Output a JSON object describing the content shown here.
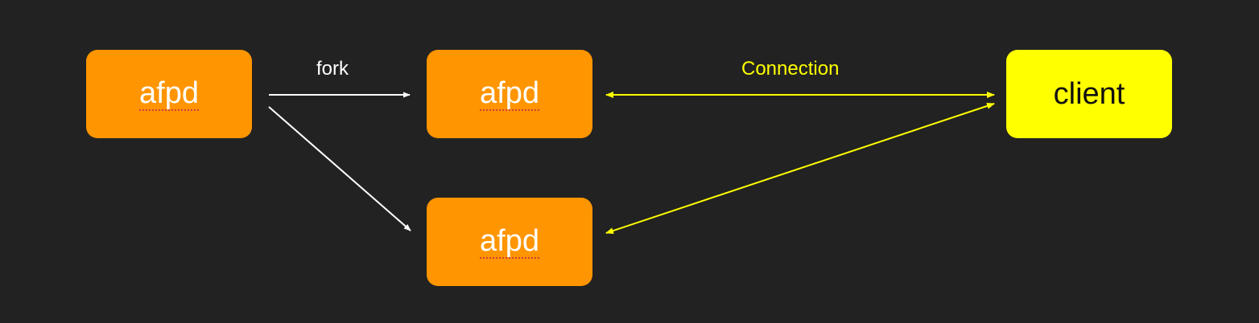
{
  "colors": {
    "background": "#222222",
    "afpd_node": "#ff9500",
    "client_node": "#ffff00",
    "fork_edge": "#ffffff",
    "connection_edge": "#ffff00"
  },
  "nodes": {
    "parent": {
      "label": "afpd"
    },
    "child1": {
      "label": "afpd"
    },
    "child2": {
      "label": "afpd"
    },
    "client": {
      "label": "client"
    }
  },
  "edges": {
    "fork_label": "fork",
    "connection_label": "Connection"
  }
}
